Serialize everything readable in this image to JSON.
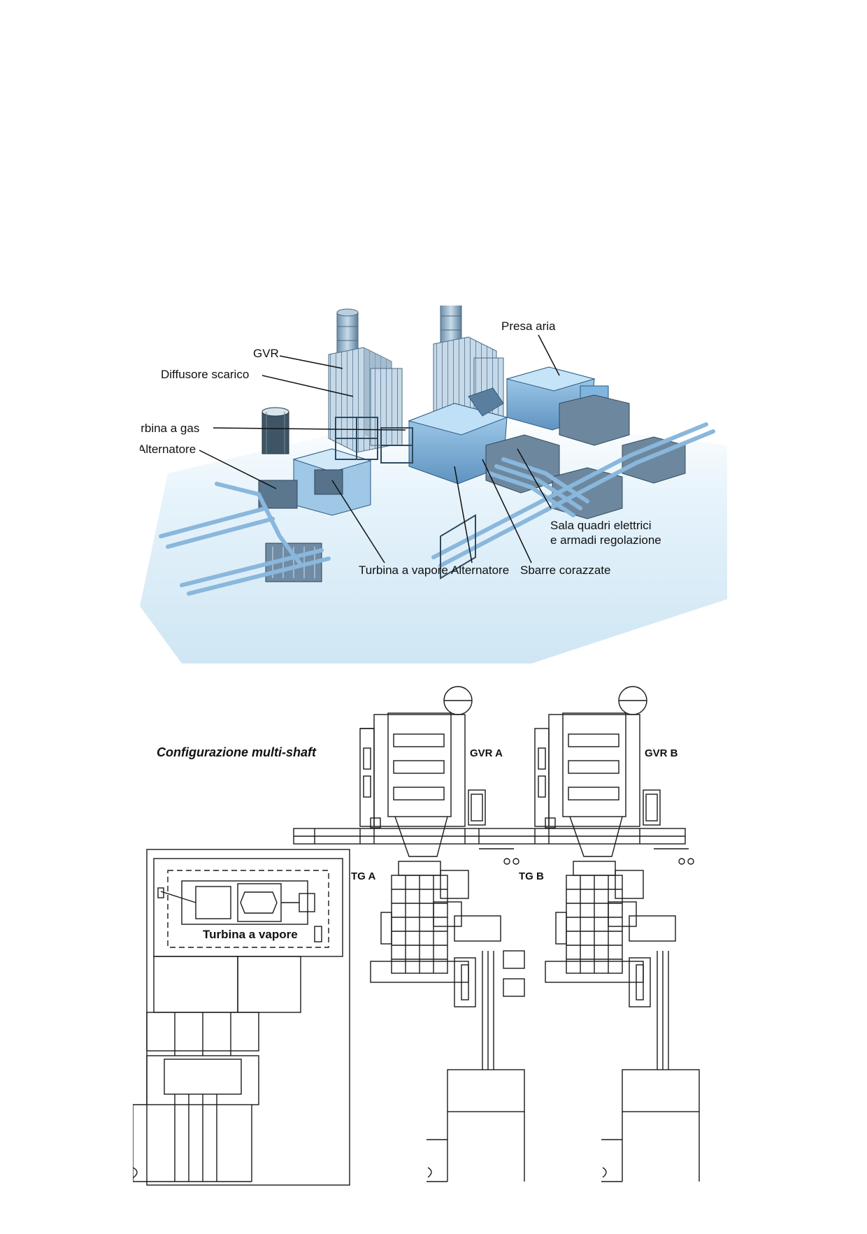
{
  "render_3d": {
    "labels": {
      "gvr": "GVR",
      "diffusore_scarico": "Diffusore scarico",
      "turbina_gas": "Turbina a gas",
      "alternatore_left": "Alternatore",
      "presa_aria": "Presa aria",
      "sala_quadri_line1": "Sala quadri elettrici",
      "sala_quadri_line2": "e armadi regolazione",
      "turbina_vapore": "Turbina a vapore",
      "alternatore_bottom": "Alternatore",
      "sbarre_corazzate": "Sbarre corazzate"
    },
    "colors": {
      "background": "#d7ecf7",
      "equipment": "#8fbfe2",
      "equipment_dark": "#4f7fa6",
      "duct": "#9ec9ea",
      "structure": "#3e5f7a"
    }
  },
  "plan": {
    "title": "Configurazione multi-shaft",
    "labels": {
      "gvr_a": "GVR A",
      "gvr_b": "GVR B",
      "tg_a": "TG A",
      "tg_b": "TG B",
      "turbina_vapore": "Turbina a vapore"
    },
    "colors": {
      "line": "#1a1a1a",
      "light_line": "#666666"
    }
  }
}
